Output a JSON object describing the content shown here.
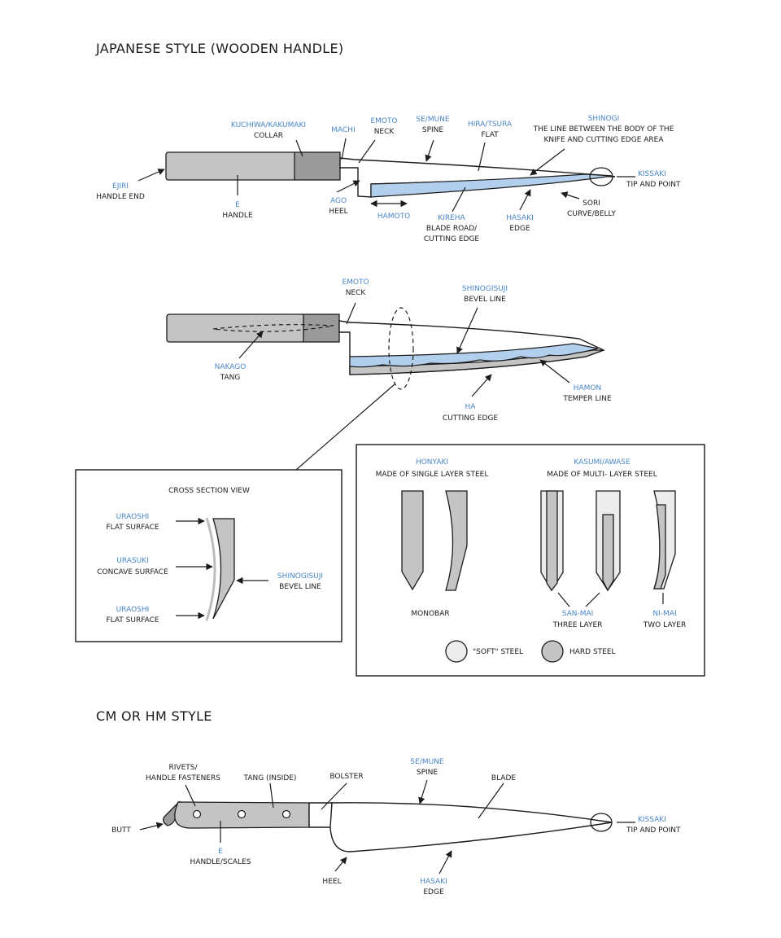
{
  "sections": {
    "japanese_title": "JAPANESE STYLE (WOODEN HANDLE)",
    "western_title": "CM OR HM STYLE"
  },
  "knife1": {
    "ejiri": {
      "jp": "EJIRI",
      "en": "HANDLE END"
    },
    "e": {
      "jp": "E",
      "en": "HANDLE"
    },
    "kuchiwa": {
      "jp": "KUCHIWA/KAKUMAKI",
      "en": "COLLAR"
    },
    "machi": {
      "jp": "MACHI"
    },
    "emoto": {
      "jp": "EMOTO",
      "en": "NECK"
    },
    "ago": {
      "jp": "AGO",
      "en": "HEEL"
    },
    "hamoto": {
      "jp": "HAMOTO"
    },
    "semune": {
      "jp": "SE/MUNE",
      "en": "SPINE"
    },
    "hira": {
      "jp": "HIRA/TSURA",
      "en": "FLAT"
    },
    "kireha": {
      "jp": "KIREHA",
      "en1": "BLADE ROAD/",
      "en2": "CUTTING EDGE"
    },
    "hasaki": {
      "jp": "HASAKI",
      "en": "EDGE"
    },
    "shinogi": {
      "jp": "SHINOGI",
      "en1": "THE LINE BETWEEN THE BODY OF THE",
      "en2": "KNIFE AND CUTTING EDGE AREA"
    },
    "sori": {
      "en1": "SORI",
      "en2": "CURVE/BELLY"
    },
    "kissaki": {
      "jp": "KISSAKI",
      "en": "TIP AND POINT"
    }
  },
  "knife2": {
    "emoto": {
      "jp": "EMOTO",
      "en": "NECK"
    },
    "shinogisuji": {
      "jp": "SHINOGISUJI",
      "en": "BEVEL LINE"
    },
    "nakago": {
      "jp": "NAKAGO",
      "en": "TANG"
    },
    "hamon": {
      "jp": "HAMON",
      "en": "TEMPER LINE"
    },
    "ha": {
      "jp": "HA",
      "en": "CUTTING EDGE"
    }
  },
  "cross_section": {
    "title": "CROSS SECTION VIEW",
    "uraoshi_top": {
      "jp": "URAOSHI",
      "en": "FLAT SURFACE"
    },
    "urasuki": {
      "jp": "URASUKI",
      "en": "CONCAVE SURFACE"
    },
    "uraoshi_bottom": {
      "jp": "URAOSHI",
      "en": "FLAT SURFACE"
    },
    "shinogisuji": {
      "jp": "SHINOGISUJI",
      "en": "BEVEL LINE"
    }
  },
  "steel": {
    "honyaki": {
      "jp": "HONYAKI",
      "en": "MADE OF SINGLE LAYER STEEL"
    },
    "kasumi": {
      "jp": "KASUMI/AWASE",
      "en": "MADE OF MULTI- LAYER STEEL"
    },
    "monobar": "MONOBAR",
    "sanmai": {
      "jp": "SAN-MAI",
      "en": "THREE LAYER"
    },
    "nimai": {
      "jp": "NI-MAI",
      "en": "TWO LAYER"
    },
    "legend_soft": "\"SOFT\" STEEL",
    "legend_hard": "HARD STEEL"
  },
  "knife3": {
    "rivets": {
      "en1": "RIVETS/",
      "en2": "HANDLE FASTENERS"
    },
    "tang": "TANG (INSIDE)",
    "bolster": "BOLSTER",
    "semune": {
      "jp": "SE/MUNE",
      "en": "SPINE"
    },
    "blade": "BLADE",
    "butt": "BUTT",
    "e": {
      "jp": "E",
      "en": "HANDLE/SCALES"
    },
    "heel": "HEEL",
    "hasaki": {
      "jp": "HASAKI",
      "en": "EDGE"
    },
    "kissaki": {
      "jp": "KISSAKI",
      "en": "TIP AND POINT"
    }
  },
  "colors": {
    "japanese_term": "#4a86c8",
    "english_term": "#1b1b1b",
    "blade_road": "#b3cfee",
    "handle_wood": "#c4c4c4",
    "collar": "#9a9a9a",
    "soft_steel": "#ececec",
    "hard_steel": "#c4c4c4"
  }
}
